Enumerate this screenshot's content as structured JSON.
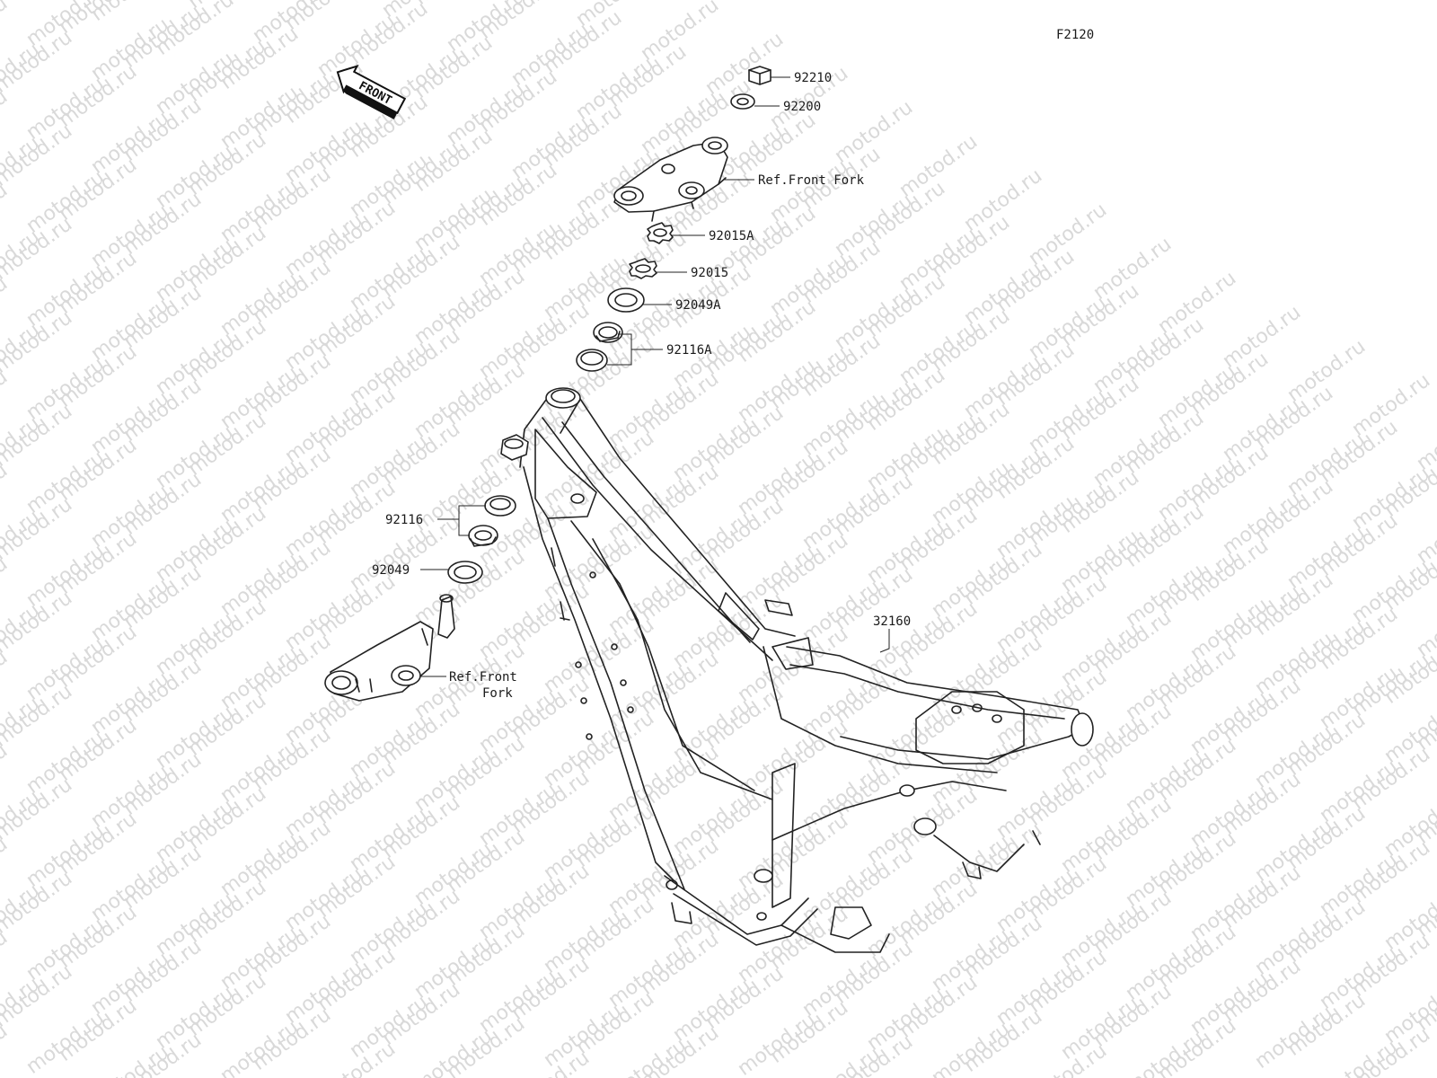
{
  "diagram": {
    "code": "F2120",
    "front_label": "FRONT",
    "watermark": "motod.ru",
    "parts": [
      {
        "id": "p92210",
        "label": "92210"
      },
      {
        "id": "p92200",
        "label": "92200"
      },
      {
        "id": "pRefTop",
        "label": "Ref.Front Fork"
      },
      {
        "id": "p92015A",
        "label": "92015A"
      },
      {
        "id": "p92015",
        "label": "92015"
      },
      {
        "id": "p92049A",
        "label": "92049A"
      },
      {
        "id": "p92116A",
        "label": "92116A"
      },
      {
        "id": "p92116",
        "label": "92116"
      },
      {
        "id": "p92049",
        "label": "92049"
      },
      {
        "id": "pRefBottom1",
        "label": "Ref.Front"
      },
      {
        "id": "pRefBottom2",
        "label": "Fork"
      },
      {
        "id": "p32160",
        "label": "32160"
      }
    ]
  }
}
